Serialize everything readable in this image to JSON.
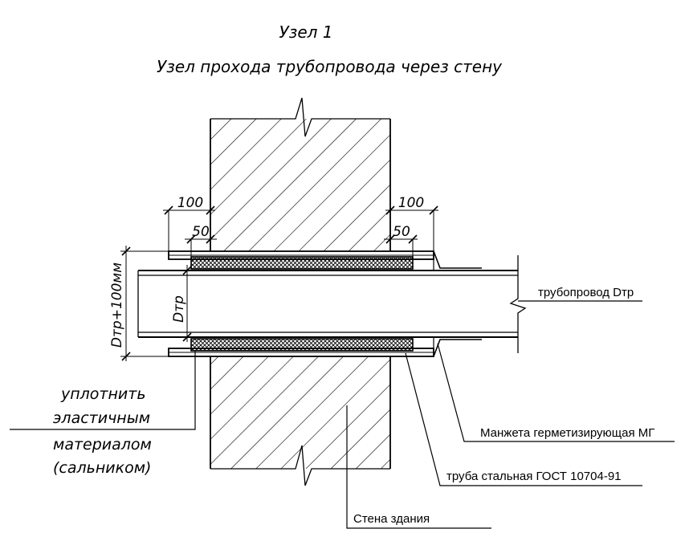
{
  "title": {
    "node": "Узел 1",
    "subtitle": "Узел прохода трубопровода через стену"
  },
  "dimensions": {
    "left_outer": "100",
    "left_inner": "50",
    "right_outer": "100",
    "right_inner": "50",
    "vertical_outer": "Dтр+100мм",
    "vertical_inner": "Dтр"
  },
  "labels": {
    "pipeline": "трубопровод Dтр",
    "cuff": "Манжета герметизирующая МГ",
    "steel_pipe": "труба стальная ГОСТ 10704-91",
    "wall": "Стена здания",
    "seal_line1": "уплотнить",
    "seal_line2": "эластичным",
    "seal_line3": "материалом",
    "seal_line4": "(сальником)"
  }
}
